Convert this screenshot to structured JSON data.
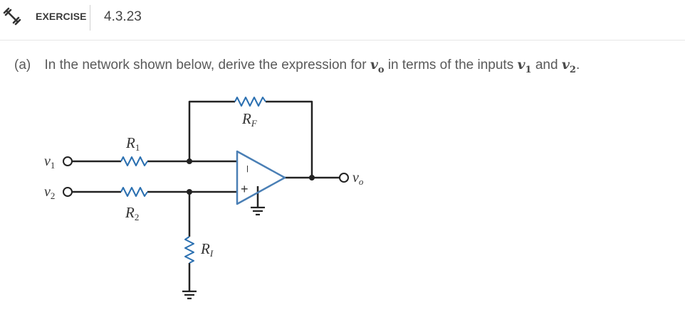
{
  "header": {
    "icon": "dumbbell-icon",
    "label": "EXERCISE",
    "number": "4.3.23"
  },
  "problem": {
    "part": "(a)",
    "text_1": "In the network shown below, derive the expression for",
    "out_var": "v",
    "out_sub": "o",
    "text_2": "in terms of the inputs",
    "in1_var": "v",
    "in1_sub": "1",
    "text_3": "and",
    "in2_var": "v",
    "in2_sub": "2",
    "text_4": "."
  },
  "circuit": {
    "v1": {
      "main": "v",
      "sub": "1"
    },
    "v2": {
      "main": "v",
      "sub": "2"
    },
    "vo": {
      "main": "v",
      "sub": "o"
    },
    "r1": {
      "main": "R",
      "sub": "1"
    },
    "r2": {
      "main": "R",
      "sub": "2"
    },
    "rf": {
      "main": "R",
      "sub": "F"
    },
    "ri": {
      "main": "R",
      "sub": "I"
    },
    "minus": "−",
    "plus": "+",
    "opamp_color": "#4a7fb5",
    "resistor_color": "#2a6fb0"
  }
}
